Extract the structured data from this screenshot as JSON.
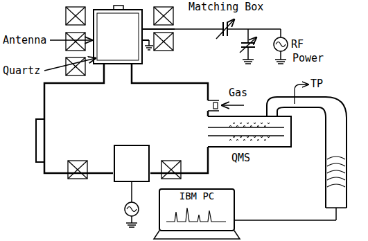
{
  "diagram": {
    "nodes": [
      {
        "text": [
          "IBM PC"
        ]
      }
    ],
    "labels": [
      "Antenna",
      "Quartz",
      "Matching Box",
      "RF",
      "Power",
      "Gas",
      "TP",
      "QMS"
    ]
  }
}
